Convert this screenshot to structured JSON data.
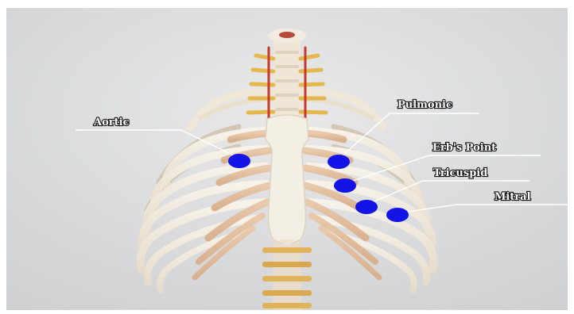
{
  "diagram": {
    "labels": {
      "aortic": "Aortic",
      "pulmonic": "Pulmonic",
      "erbs_point": "Erb's Point",
      "tricuspid": "Tricuspid",
      "mitral": "Mitral"
    },
    "marker_color": "#1414e6",
    "background_color": "#dcdcdc",
    "leader_color": "#ffffff",
    "subject": "skeleton-thorax"
  }
}
